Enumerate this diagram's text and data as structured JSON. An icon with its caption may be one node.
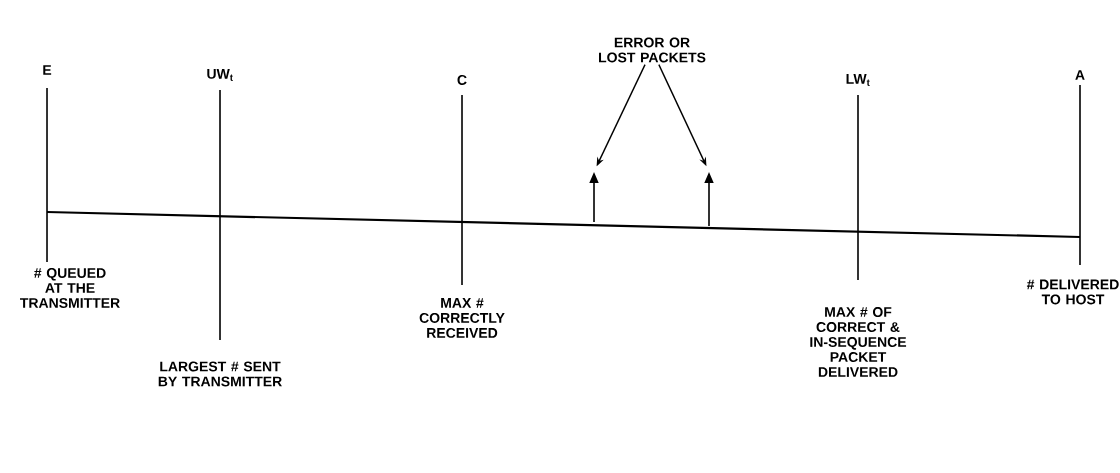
{
  "diagram": {
    "nodes": [
      {
        "text": [
          "ERROR OR LOST PACKETS"
        ]
      },
      {
        "text": [],
        "shape": "arrow"
      },
      {
        "text": [],
        "shape": "arrow"
      }
    ],
    "edges": [
      {
        "from": 0,
        "to": 1,
        "arrow": "to"
      },
      {
        "from": 0,
        "to": 2,
        "arrow": "to"
      }
    ],
    "labels": [
      "E",
      "UW$_{t}$",
      "C",
      "LW$_{t}$",
      "A",
      "# QUEUED AT THE TRANSMITTER",
      "LARGEST # SENT BY TRANSMITTER",
      "MAX # CORRECTLY RECEIVED",
      "MAX # OF CORRECT & IN-SEQUENCE PACKET DELIVERED",
      "# DELIVERED TO HOST"
    ]
  }
}
